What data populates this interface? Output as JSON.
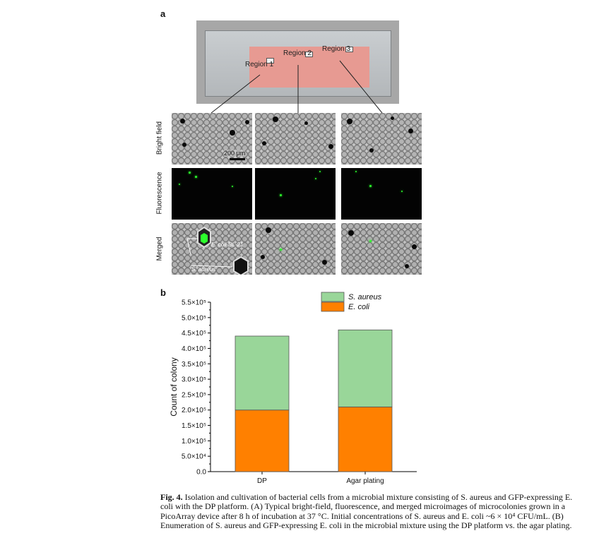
{
  "panel_a": {
    "label": "a",
    "regions": [
      "Region 1",
      "Region 2",
      "Region 3"
    ],
    "rows": [
      "Bright field",
      "Fluorescence",
      "Merged"
    ],
    "scale_bar": "200 μm",
    "annotations": {
      "ecoli": "E. coli BL-21",
      "saureus": "S. aureus"
    }
  },
  "panel_b": {
    "label": "b"
  },
  "chart_data": {
    "type": "bar",
    "stacked": true,
    "categories": [
      "DP",
      "Agar plating"
    ],
    "series": [
      {
        "name": "E. coli",
        "values": [
          200000,
          210000
        ],
        "color": "#ff8000"
      },
      {
        "name": "S. aureus",
        "values": [
          240000,
          250000
        ],
        "color": "#99d699"
      }
    ],
    "ylabel": "Count of colony",
    "xlabel": "",
    "ylim": [
      0,
      550000
    ],
    "yticks": [
      "0.0",
      "5.0×10⁴",
      "1.0×10⁵",
      "1.5×10⁵",
      "2.0×10⁵",
      "2.5×10⁵",
      "3.0×10⁵",
      "3.5×10⁵",
      "4.0×10⁵",
      "4.5×10⁵",
      "5.0×10⁵",
      "5.5×10⁵"
    ],
    "legend": {
      "position": "top-right",
      "entries": [
        "S. aureus",
        "E. coli"
      ]
    }
  },
  "caption": {
    "label": "Fig. 4.",
    "text": "Isolation and cultivation of bacterial cells from a microbial mixture consisting of S. aureus and GFP-expressing E. coli with the DP platform. (A) Typical bright-field, fluorescence, and merged microimages of microcolonies grown in a PicoArray device after 8 h of incubation at 37 °C. Initial concentrations of S. aureus and E. coli ~6 × 10⁴ CFU/mL. (B) Enumeration of S. aureus and GFP-expressing E. coli in the microbial mixture using the DP platform vs. the agar plating."
  }
}
